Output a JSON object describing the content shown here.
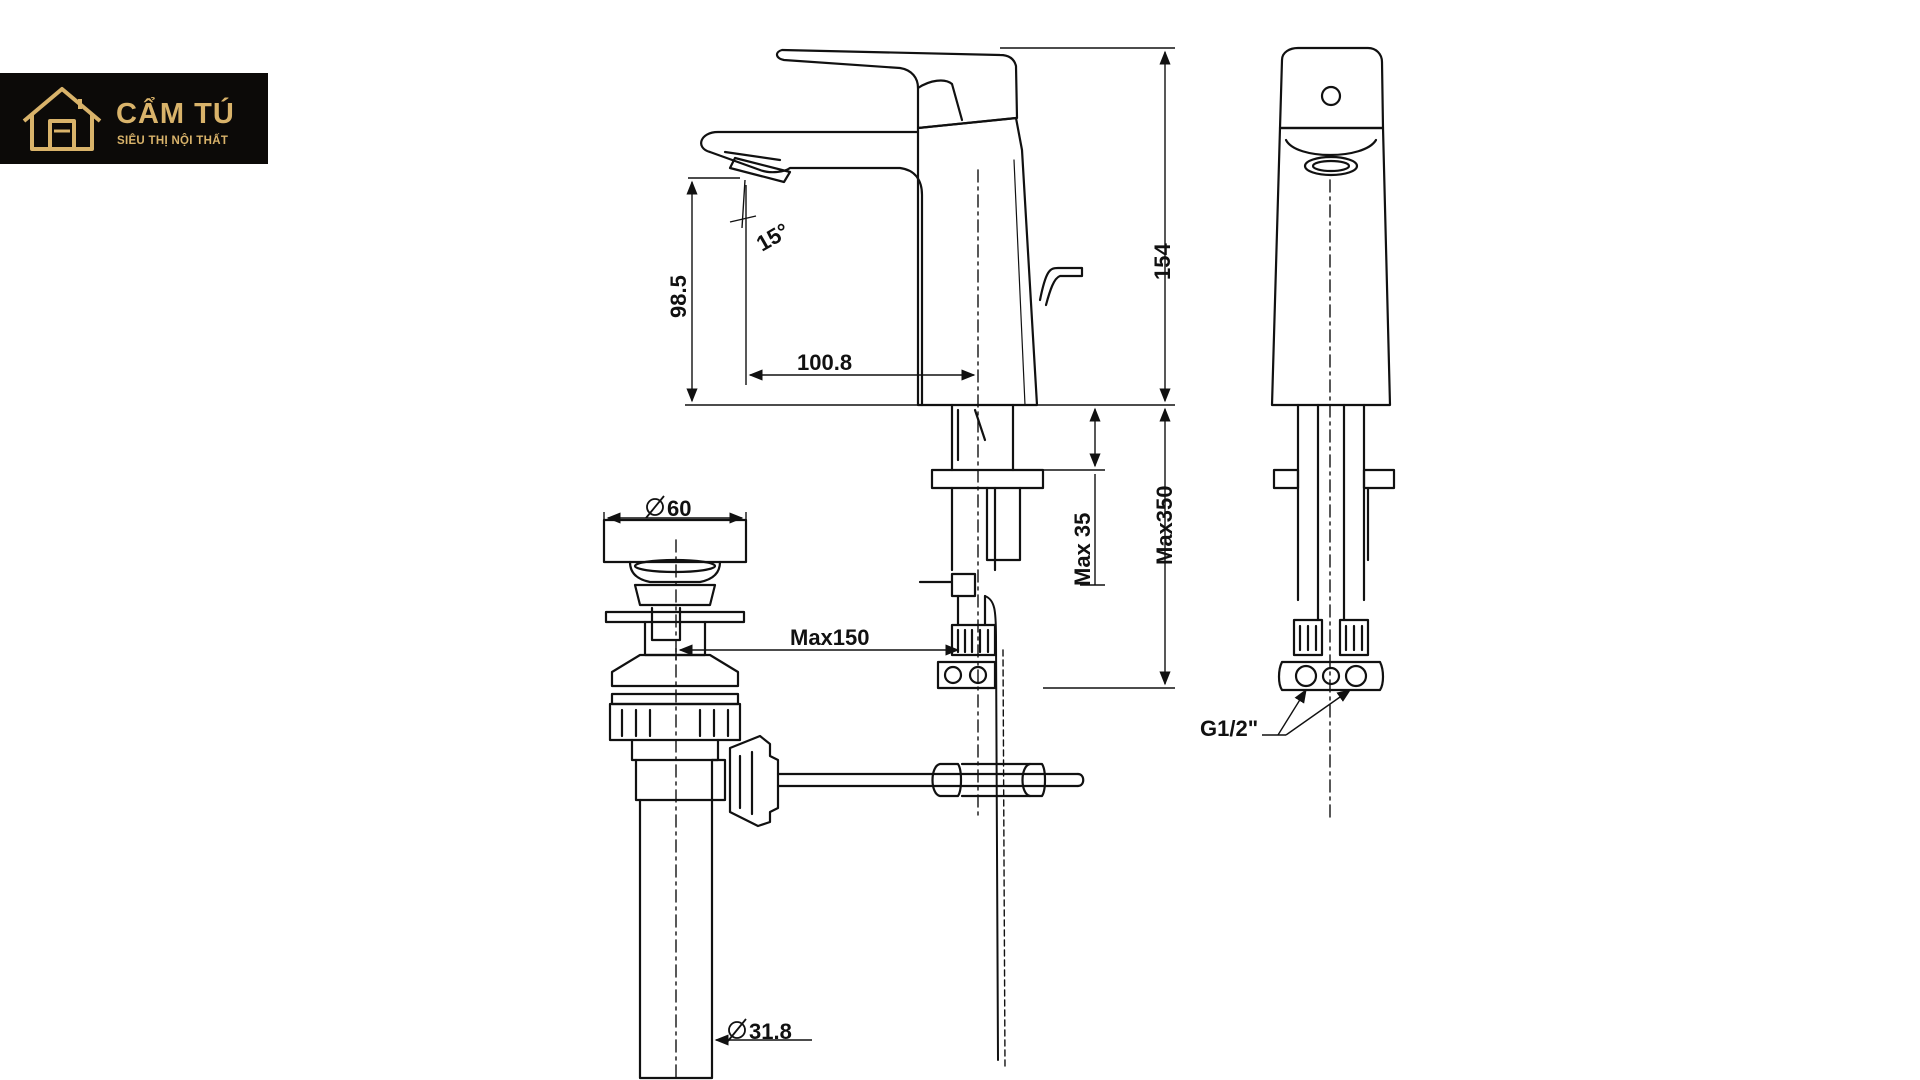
{
  "brand": {
    "name": "CẨM TÚ",
    "tagline": "SIÊU THỊ NỘI THẤT",
    "accent_color": "#d9b36a",
    "background_color": "#0c0a08",
    "icon": "house-icon"
  },
  "dimensions": {
    "angle": "15°",
    "spout_height": "98.5",
    "spout_reach": "100.8",
    "faucet_height": "154",
    "max_below_deck": "Max350",
    "max_deck_thickness": "Max 35",
    "max_drain_distance": "Max150",
    "drain_cap_diameter": "60",
    "drain_pipe_diameter": "31.8",
    "inlet_thread": "G1/2\""
  },
  "line_color": "#111111"
}
